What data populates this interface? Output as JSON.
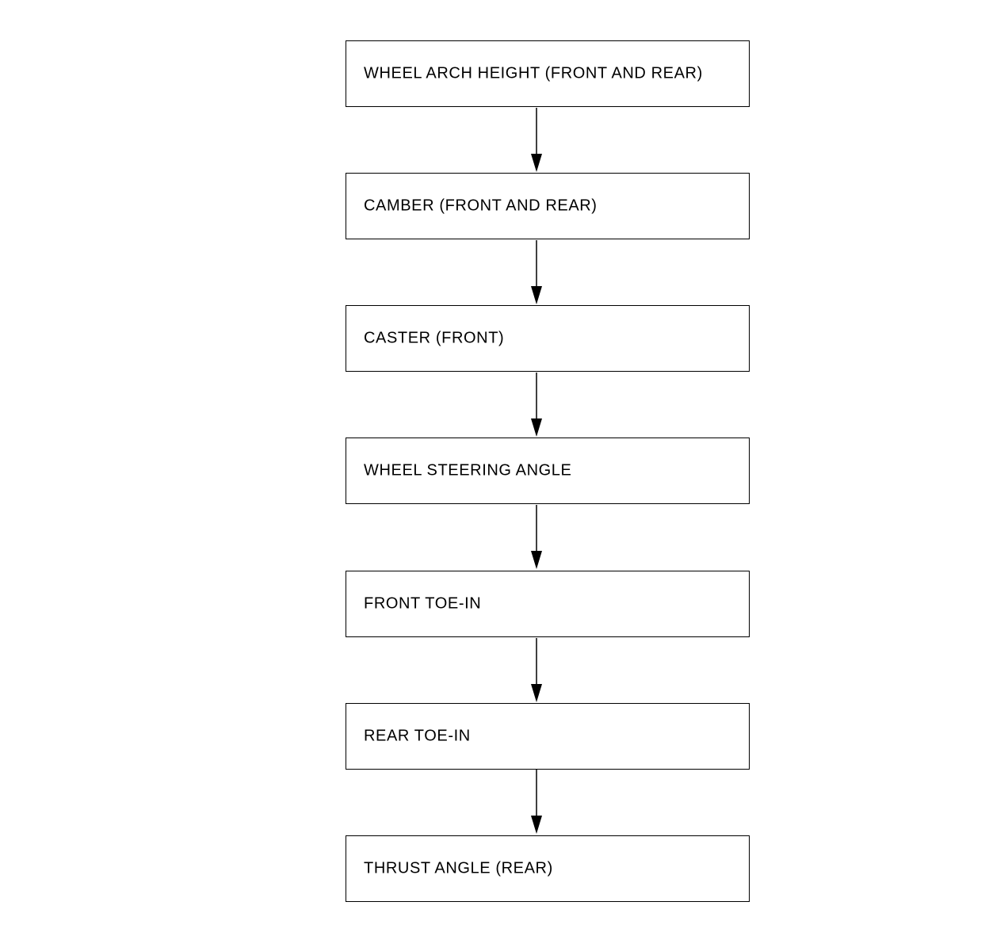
{
  "steps": [
    {
      "label": "WHEEL ARCH HEIGHT (FRONT AND REAR)"
    },
    {
      "label": "CAMBER (FRONT AND REAR)"
    },
    {
      "label": "CASTER (FRONT)"
    },
    {
      "label": "WHEEL STEERING ANGLE"
    },
    {
      "label": "FRONT TOE-IN"
    },
    {
      "label": "REAR TOE-IN"
    },
    {
      "label": "THRUST ANGLE (REAR)"
    }
  ],
  "colors": {
    "line": "#000000",
    "background": "#ffffff"
  }
}
